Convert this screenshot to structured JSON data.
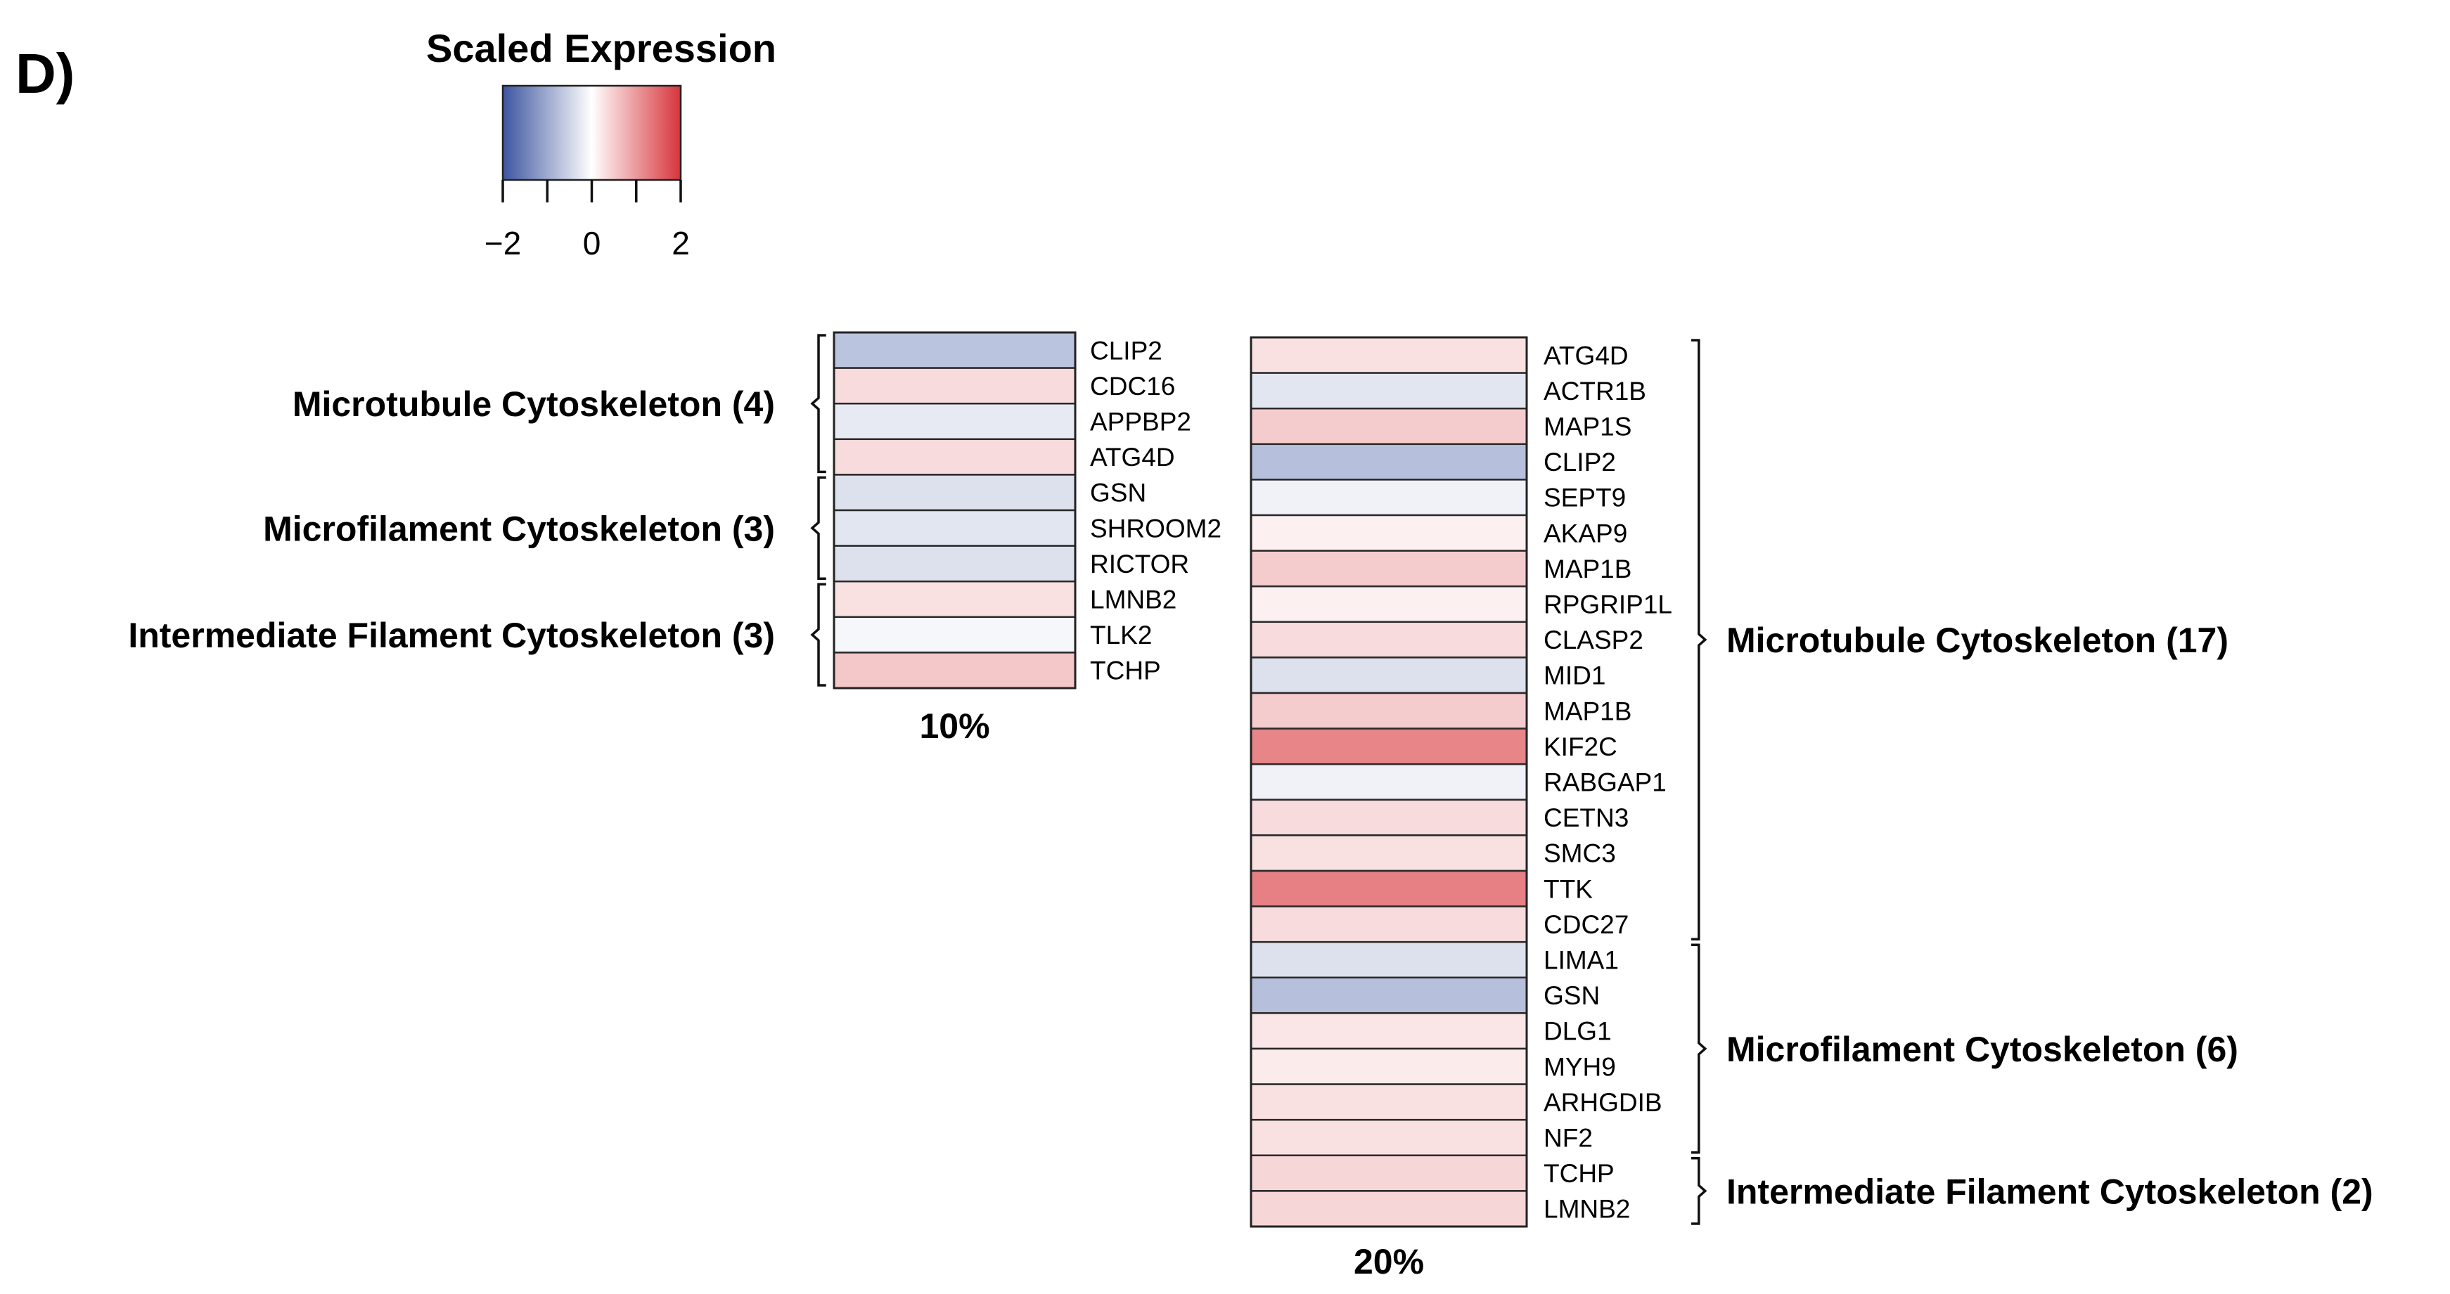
{
  "panel_label": "D)",
  "chart_data": {
    "type": "heatmap",
    "legend": {
      "title": "Scaled Expression",
      "range": [
        -2,
        2
      ],
      "ticks": [
        -2,
        -1,
        0,
        1,
        2
      ],
      "tick_labels": [
        "−2",
        "0",
        "2"
      ],
      "labeled_ticks": [
        -2,
        0,
        2
      ],
      "colors": {
        "low": "#3d55a0",
        "mid": "#ffffff",
        "high": "#d7343b"
      }
    },
    "heatmaps": [
      {
        "label": "10%",
        "genes": [
          "CLIP2",
          "CDC16",
          "APPBP2",
          "ATG4D",
          "GSN",
          "SHROOM2",
          "RICTOR",
          "LMNB2",
          "TLK2",
          "TCHP"
        ],
        "values": [
          -0.7,
          0.35,
          -0.25,
          0.35,
          -0.35,
          -0.3,
          -0.35,
          0.3,
          -0.1,
          0.55
        ],
        "groups": [
          {
            "label": "Microtubule Cytoskeleton (4)",
            "start": 0,
            "end": 3
          },
          {
            "label": "Microfilament Cytoskeleton (3)",
            "start": 4,
            "end": 6
          },
          {
            "label": "Intermediate Filament Cytoskeleton (3)",
            "start": 7,
            "end": 9
          }
        ]
      },
      {
        "label": "20%",
        "genes": [
          "ATG4D",
          "ACTR1B",
          "MAP1S",
          "CLIP2",
          "SEPT9",
          "AKAP9",
          "MAP1B",
          "RPGRIP1L",
          "CLASP2",
          "MID1",
          "MAP1B",
          "KIF2C",
          "RABGAP1",
          "CETN3",
          "SMC3",
          "TTK",
          "CDC27",
          "LIMA1",
          "GSN",
          "DLG1",
          "MYH9",
          "ARHGDIB",
          "NF2",
          "TCHP",
          "LMNB2"
        ],
        "values": [
          0.3,
          -0.3,
          0.5,
          -0.75,
          -0.15,
          0.15,
          0.5,
          0.15,
          0.35,
          -0.35,
          0.5,
          1.2,
          -0.15,
          0.35,
          0.3,
          1.25,
          0.35,
          -0.35,
          -0.75,
          0.25,
          0.2,
          0.3,
          0.3,
          0.4,
          0.4
        ],
        "groups": [
          {
            "label": "Microtubule Cytoskeleton (17)",
            "start": 0,
            "end": 16
          },
          {
            "label": "Microfilament Cytoskeleton (6)",
            "start": 17,
            "end": 22
          },
          {
            "label": "Intermediate Filament Cytoskeleton (2)",
            "start": 23,
            "end": 24
          }
        ]
      }
    ]
  }
}
